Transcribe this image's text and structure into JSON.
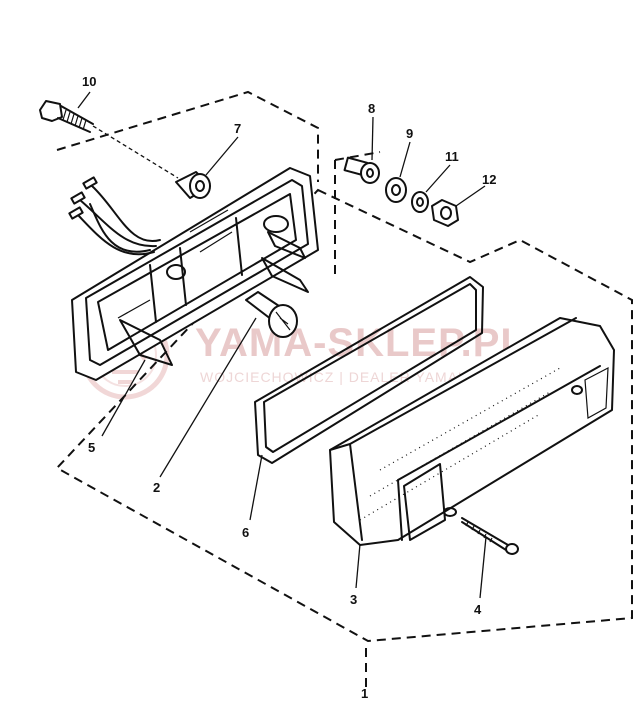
{
  "watermark": {
    "brand": "YAMA-SKLEP.PL",
    "tagline": "WOJCIECHOWICZ | DEALER YAMAHA"
  },
  "callouts": {
    "c1": "1",
    "c2": "2",
    "c3": "3",
    "c4": "4",
    "c5": "5",
    "c6": "6",
    "c7": "7",
    "c8": "8",
    "c9": "9",
    "c10": "10",
    "c11": "11",
    "c12": "12"
  }
}
